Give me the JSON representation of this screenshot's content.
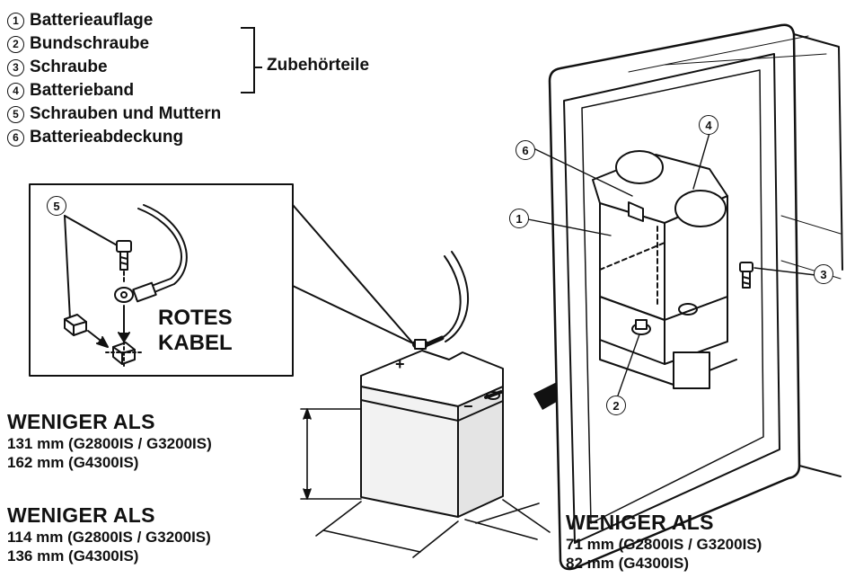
{
  "legend": {
    "items": [
      {
        "num": "1",
        "label": "Batterieauflage"
      },
      {
        "num": "2",
        "label": "Bundschraube"
      },
      {
        "num": "3",
        "label": "Schraube"
      },
      {
        "num": "4",
        "label": "Batterieband"
      },
      {
        "num": "5",
        "label": "Schrauben und Muttern"
      },
      {
        "num": "6",
        "label": "Batterieabdeckung"
      }
    ],
    "group_label": "Zubehörteile"
  },
  "inset": {
    "callout": "5",
    "cable_label_line1": "ROTES",
    "cable_label_line2": "KABEL"
  },
  "battery": {
    "plus": "+",
    "minus": "−"
  },
  "dimensions": {
    "height": {
      "heading": "WENIGER ALS",
      "line1": "131 mm  (G2800IS / G3200IS)",
      "line2": "162 mm  (G4300IS)"
    },
    "length": {
      "heading": "WENIGER ALS",
      "line1": "114 mm (G2800IS / G3200IS)",
      "line2": "136 mm (G4300IS)"
    },
    "width": {
      "heading": "WENIGER ALS",
      "line1": "71 mm (G2800IS / G3200IS)",
      "line2": "82 mm (G4300IS)"
    }
  },
  "callouts": {
    "c1": "1",
    "c2": "2",
    "c3": "3",
    "c4": "4",
    "c6": "6"
  }
}
